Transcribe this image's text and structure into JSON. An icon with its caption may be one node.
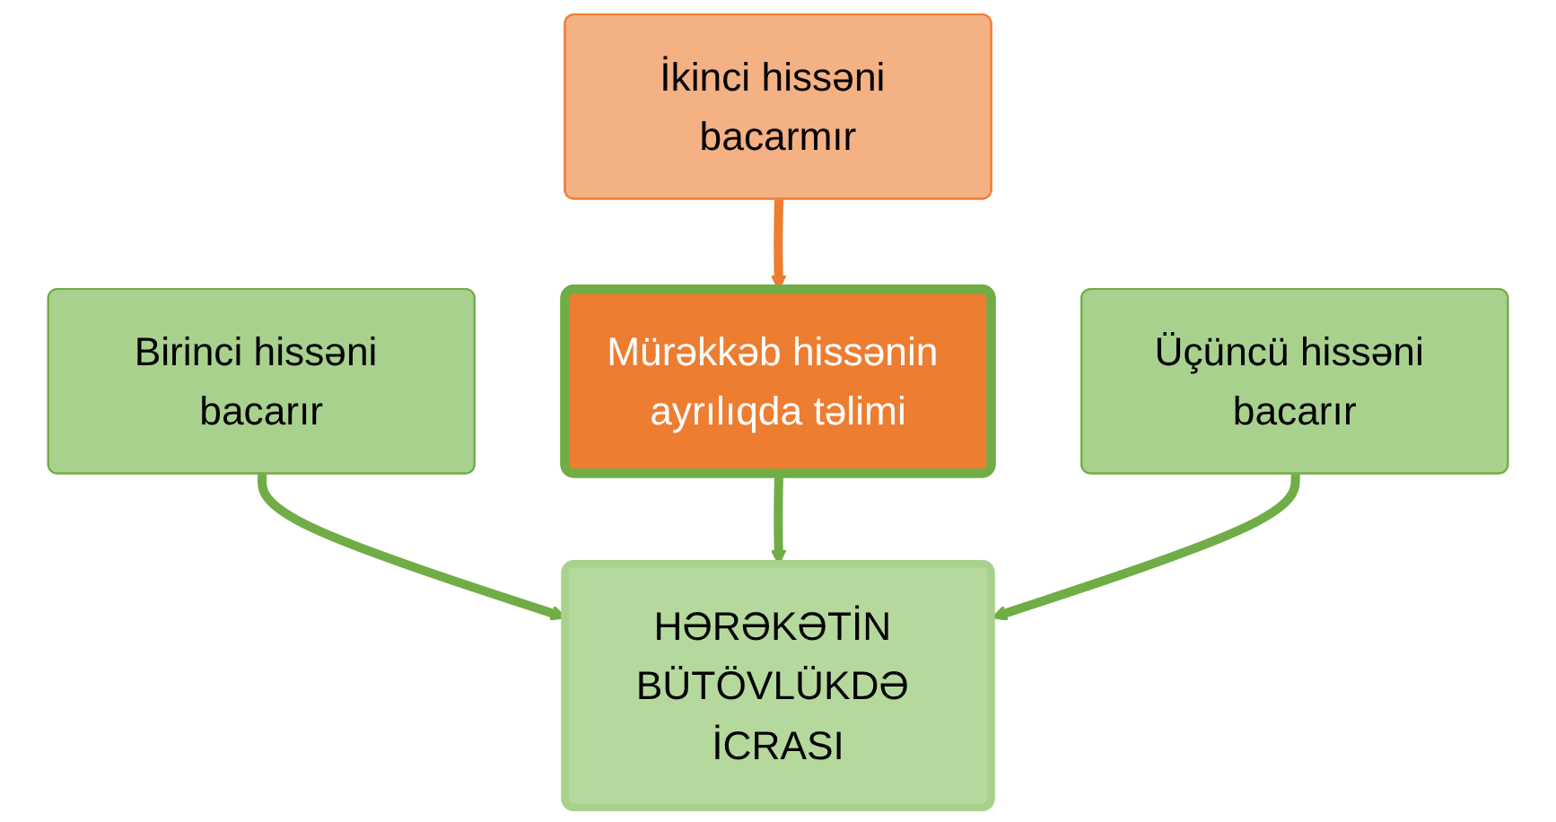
{
  "diagram": {
    "nodes": [
      {
        "text": [
          "Birinci hissəni bacarır"
        ]
      },
      {
        "text": [
          "İkinci hissəni bacarmır"
        ]
      },
      {
        "text": [
          "Üçüncü hissəni bacarır"
        ]
      },
      {
        "text": [
          "Mürəkkəb hissənin ayrılıqda təlimi"
        ]
      },
      {
        "text": [
          "HƏRƏKƏTİN BÜTÖVLÜKDƏ İCRASI"
        ]
      }
    ],
    "edges": [
      {
        "from": 0,
        "to": 4,
        "arrow": "to"
      },
      {
        "from": 1,
        "to": 3,
        "arrow": "to",
        "color": "#ed7d31"
      },
      {
        "from": 3,
        "to": 4,
        "arrow": "to"
      },
      {
        "from": 2,
        "to": 4,
        "arrow": "to"
      }
    ]
  }
}
